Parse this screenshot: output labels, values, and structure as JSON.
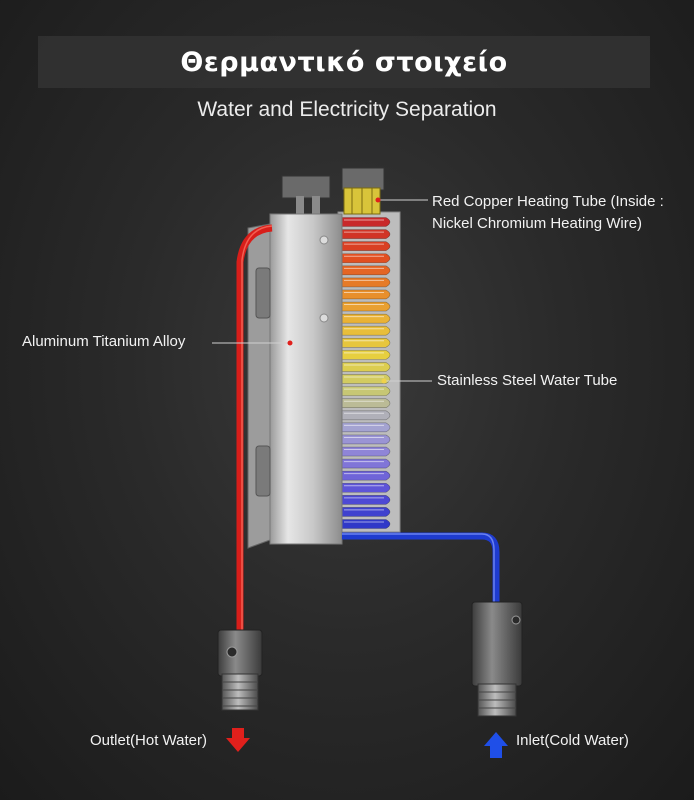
{
  "header": {
    "title": "Θερμαντικό στοιχείο",
    "subtitle": "Water and Electricity Separation"
  },
  "labels": {
    "copper_tube": "Red Copper Heating Tube (Inside : Nickel Chromium Heating Wire)",
    "alloy": "Aluminum Titanium Alloy",
    "steel_tube": "Stainless Steel Water Tube",
    "outlet": "Outlet(Hot Water)",
    "inlet": "Inlet(Cold Water)"
  },
  "colors": {
    "hot": "#e0201c",
    "cold": "#1f3fd6",
    "marker_red": "#e0201c",
    "marker_yellow": "#f0d24a",
    "fin_gradient": [
      "#c8282a",
      "#e04a20",
      "#e8872a",
      "#e9b838",
      "#e6d040",
      "#c8c870",
      "#a8a8d0",
      "#8a7ed8",
      "#5a50d8",
      "#3038c8"
    ]
  }
}
